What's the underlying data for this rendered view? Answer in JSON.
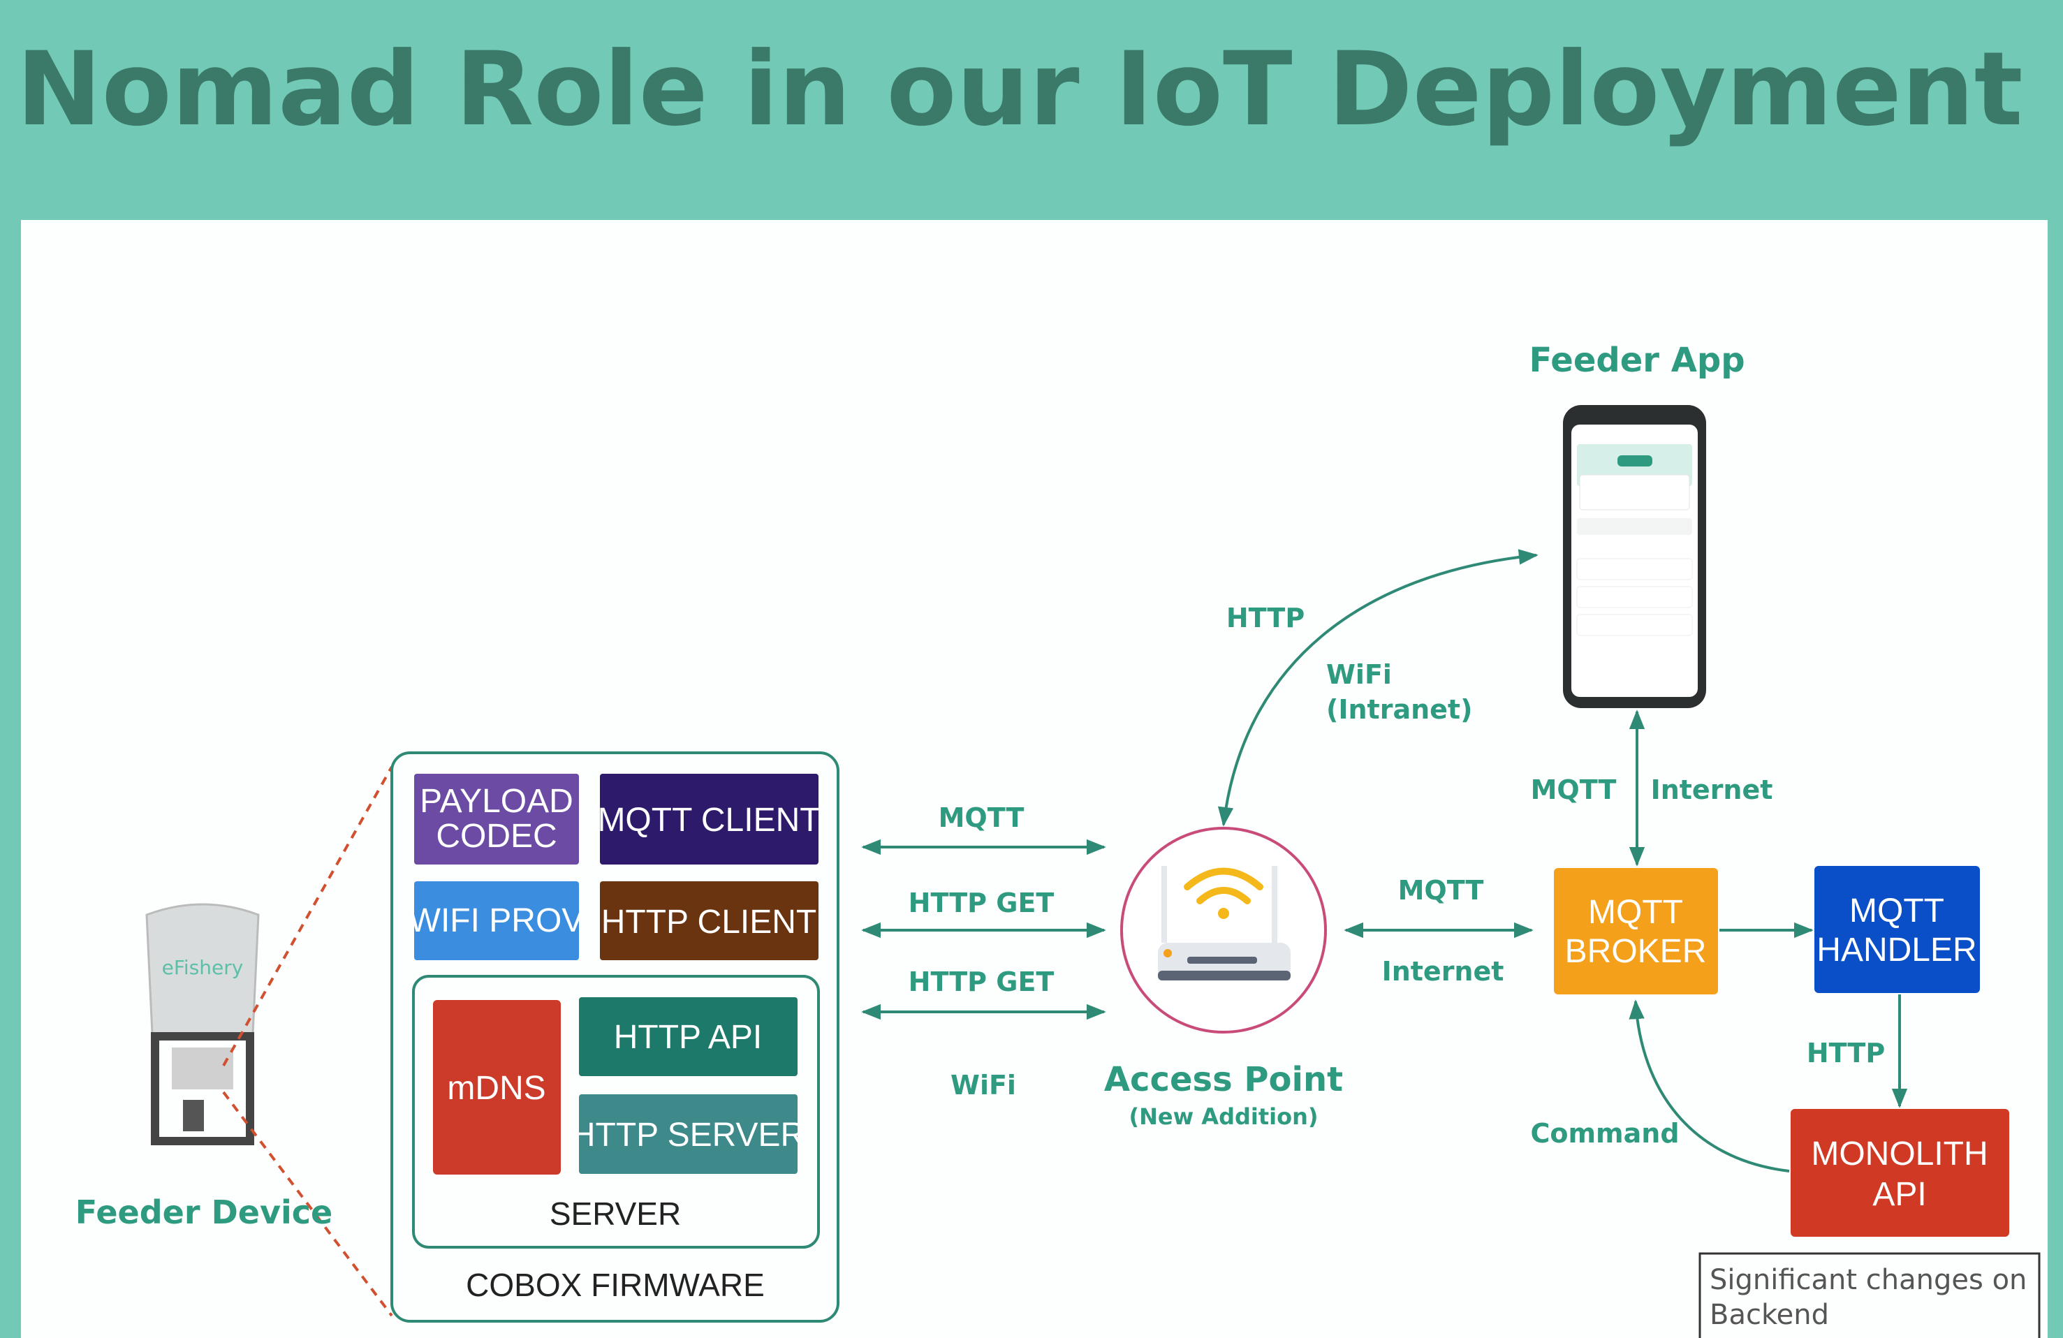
{
  "title": "Nomad Role in our IoT Deployment",
  "feeder_app": {
    "label": "Feeder App"
  },
  "feeder_device": {
    "label": "Feeder Device",
    "brand": "eFishery"
  },
  "firmware": {
    "label": "COBOX FIRMWARE",
    "blocks": {
      "payload_codec": [
        "PAYLOAD",
        "CODEC"
      ],
      "mqtt_client": "MQTT CLIENT",
      "wifi_prov": "WIFI PROV",
      "http_client": "HTTP CLIENT"
    },
    "server": {
      "label": "SERVER",
      "mdns": "mDNS",
      "http_api": "HTTP API",
      "http_server": "HTTP SERVER"
    }
  },
  "links_device_ap": [
    "MQTT",
    "HTTP GET",
    "HTTP GET",
    "WiFi"
  ],
  "access_point": {
    "label": "Access Point",
    "sub": "(New Addition)"
  },
  "ap_to_app": {
    "protocol": "HTTP",
    "medium": [
      "WiFi",
      "(Intranet)"
    ]
  },
  "ap_to_broker": {
    "protocol": "MQTT",
    "medium": "Internet"
  },
  "app_to_broker": {
    "protocol": "MQTT",
    "medium": "Internet"
  },
  "mqtt_broker": [
    "MQTT",
    "BROKER"
  ],
  "mqtt_handler": [
    "MQTT",
    "HANDLER"
  ],
  "handler_to_monolith": "HTTP",
  "monolith_api": [
    "MONOLITH",
    "API"
  ],
  "monolith_to_broker": "Command",
  "note": [
    "Significant changes on",
    "Backend"
  ],
  "colors": {
    "header": "#72c9b6",
    "accent": "#2e9a80",
    "payload_codec": "#6b4ba3",
    "mqtt_client": "#2d1a6b",
    "wifi_prov": "#3b8de0",
    "http_client": "#6b3410",
    "mdns": "#cc3a2a",
    "http_api": "#1d7a6a",
    "http_server": "#3e8a8a",
    "broker": "#f5a01a",
    "handler": "#0a4fc7",
    "monolith": "#d03a24"
  }
}
